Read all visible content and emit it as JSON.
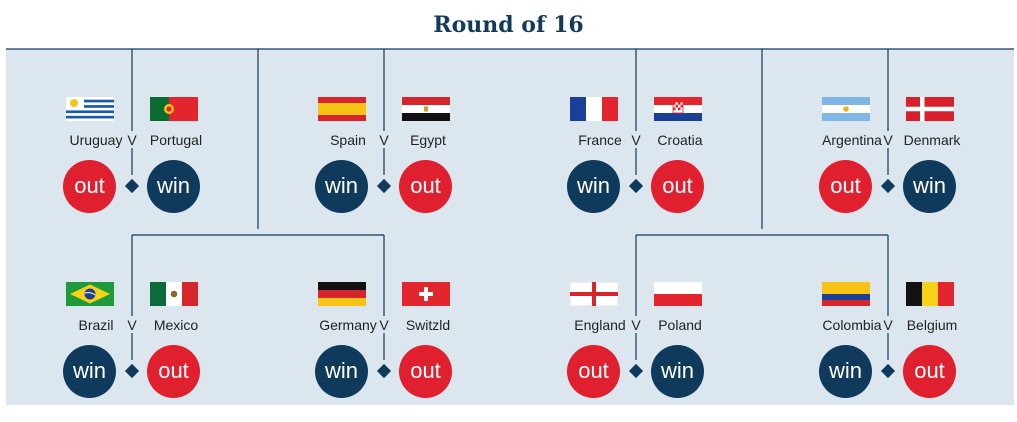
{
  "title": "Round of 16",
  "vs_label": "V",
  "matches": [
    {
      "left": {
        "name": "Uruguay",
        "result": "out",
        "flag": "uruguay-flag"
      },
      "right": {
        "name": "Portugal",
        "result": "win",
        "flag": "portugal-flag"
      }
    },
    {
      "left": {
        "name": "Spain",
        "result": "win",
        "flag": "spain-flag"
      },
      "right": {
        "name": "Egypt",
        "result": "out",
        "flag": "egypt-flag"
      }
    },
    {
      "left": {
        "name": "France",
        "result": "win",
        "flag": "france-flag"
      },
      "right": {
        "name": "Croatia",
        "result": "out",
        "flag": "croatia-flag"
      }
    },
    {
      "left": {
        "name": "Argentina",
        "result": "out",
        "flag": "argentina-flag"
      },
      "right": {
        "name": "Denmark",
        "result": "win",
        "flag": "denmark-flag"
      }
    },
    {
      "left": {
        "name": "Brazil",
        "result": "win",
        "flag": "brazil-flag"
      },
      "right": {
        "name": "Mexico",
        "result": "out",
        "flag": "mexico-flag"
      }
    },
    {
      "left": {
        "name": "Germany",
        "result": "win",
        "flag": "germany-flag"
      },
      "right": {
        "name": "Switzld",
        "result": "out",
        "flag": "switzerland-flag"
      }
    },
    {
      "left": {
        "name": "England",
        "result": "out",
        "flag": "england-flag"
      },
      "right": {
        "name": "Poland",
        "result": "win",
        "flag": "poland-flag"
      }
    },
    {
      "left": {
        "name": "Colombia",
        "result": "win",
        "flag": "colombia-flag"
      },
      "right": {
        "name": "Belgium",
        "result": "out",
        "flag": "belgium-flag"
      }
    }
  ],
  "colors": {
    "win": "#0f3a5c",
    "out": "#e01f2f",
    "title": "#123a5a",
    "panel": "#dce6ef",
    "line": "#0f3a5c"
  }
}
